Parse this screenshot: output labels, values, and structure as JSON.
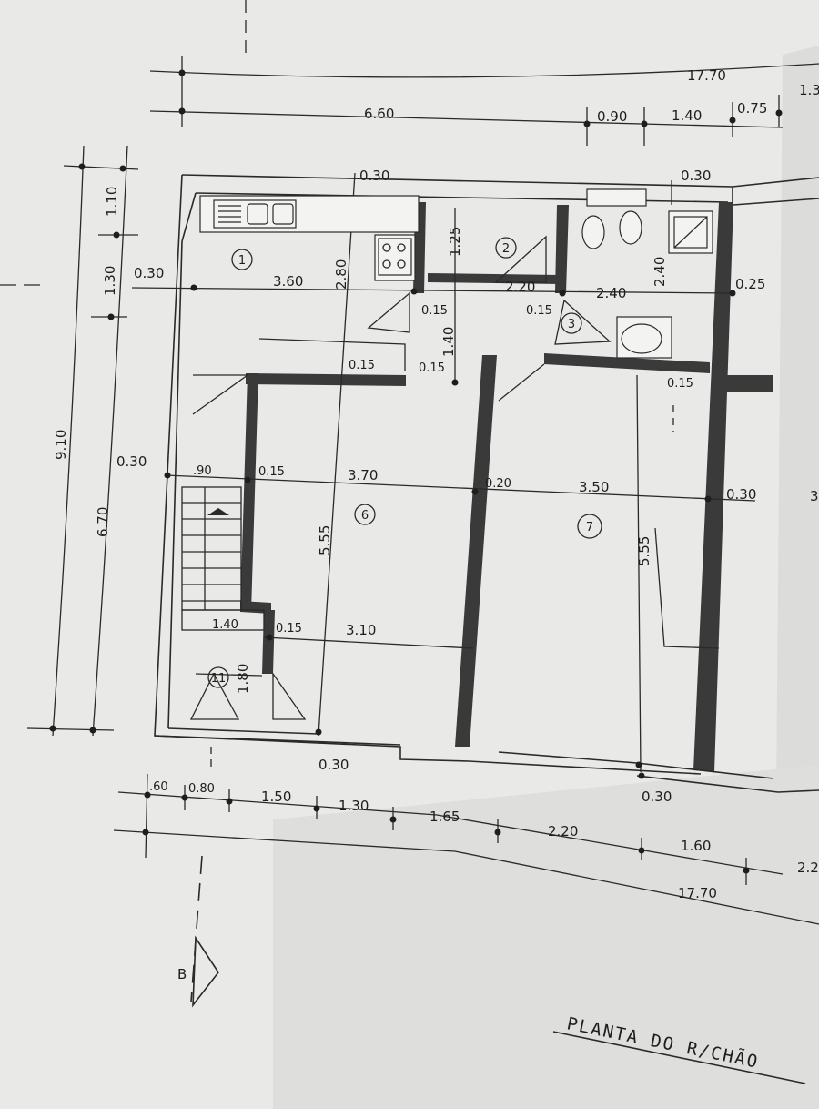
{
  "drawing": {
    "title": "PLANTA DO R/CHÃO",
    "section_marker": "B",
    "colors": {
      "paper": "#e9e9e7",
      "ink": "#2a2a2a",
      "wall": "#3a3a3a"
    }
  },
  "rooms": [
    {
      "id": "room-1",
      "label": "1"
    },
    {
      "id": "room-2",
      "label": "2"
    },
    {
      "id": "room-3",
      "label": "3"
    },
    {
      "id": "room-6",
      "label": "6"
    },
    {
      "id": "room-7",
      "label": "7"
    },
    {
      "id": "room-11",
      "label": "11"
    }
  ],
  "dimensions": {
    "top_overall": "17.70",
    "top_left_span": "6.60",
    "top_0_90": "0.90",
    "top_1_40": "1.40",
    "top_0_75": "0.75",
    "top_partial": "1.3",
    "wall_top_left": "0.30",
    "wall_top_right": "0.30",
    "left_overall": "9.10",
    "left_6_70": "6.70",
    "left_1_30": "1.30",
    "left_1_10": "1.10",
    "left_wall_0_30": "0.30",
    "kitchen_width": "3.60",
    "kitchen_depth": "2.80",
    "pantry_1_25": "1.25",
    "pantry_2_20": "2.20",
    "bath_2_40": "2.40",
    "bath_2_40_v": "2.40",
    "right_wall_0_25": "0.25",
    "hall_0_15_a": "0.15",
    "hall_0_15_b": "0.15",
    "hall_1_40": "1.40",
    "hall_0_15_c": "0.15",
    "hall_0_15_d": "0.15",
    "hall_0_15_e": "0.15",
    "mid_left_0_30": "0.30",
    "mid_0_90": ".90",
    "mid_0_15": "0.15",
    "room6_width": "3.70",
    "mid_0_20": "0.20",
    "room7_width": "3.50",
    "right_wall_0_30": "0.30",
    "right_partial": "3",
    "room6_depth": "5.55",
    "room7_depth": "5.55",
    "stair_1_40": "1.40",
    "lower_0_15": "0.15",
    "lower_3_10": "3.10",
    "wc_1_80": "1.80",
    "bottom_wall_a": "0.30",
    "bottom_wall_b": "0.30",
    "bot_0_60": ".60",
    "bot_0_80": "0.80",
    "bot_1_50": "1.50",
    "bot_1_30": "1.30",
    "bot_1_65": "1.65",
    "bot_2_20": "2.20",
    "bot_1_60": "1.60",
    "bot_partial": "2.2",
    "bottom_overall": "17.70"
  }
}
